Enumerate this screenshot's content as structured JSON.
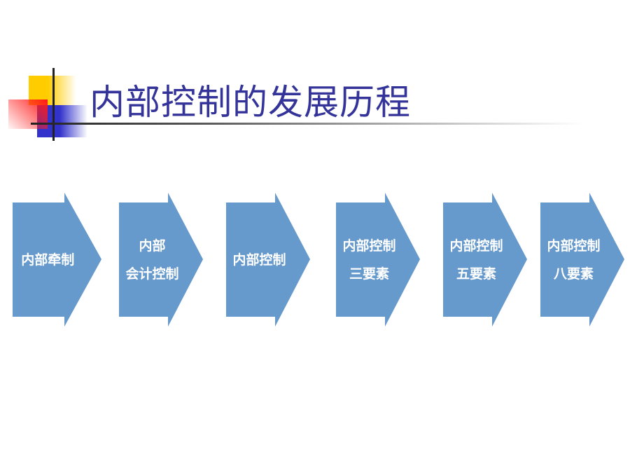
{
  "title": "内部控制的发展历程",
  "colors": {
    "arrow": "#6699cc",
    "title": "#333399"
  },
  "steps": [
    {
      "lines": [
        "内部牵制"
      ]
    },
    {
      "lines": [
        "内部",
        "会计控制"
      ]
    },
    {
      "lines": [
        "内部控制"
      ]
    },
    {
      "lines": [
        "内部控制",
        "三要素"
      ]
    },
    {
      "lines": [
        "内部控制",
        "五要素"
      ]
    },
    {
      "lines": [
        "内部控制",
        "八要素"
      ]
    }
  ]
}
